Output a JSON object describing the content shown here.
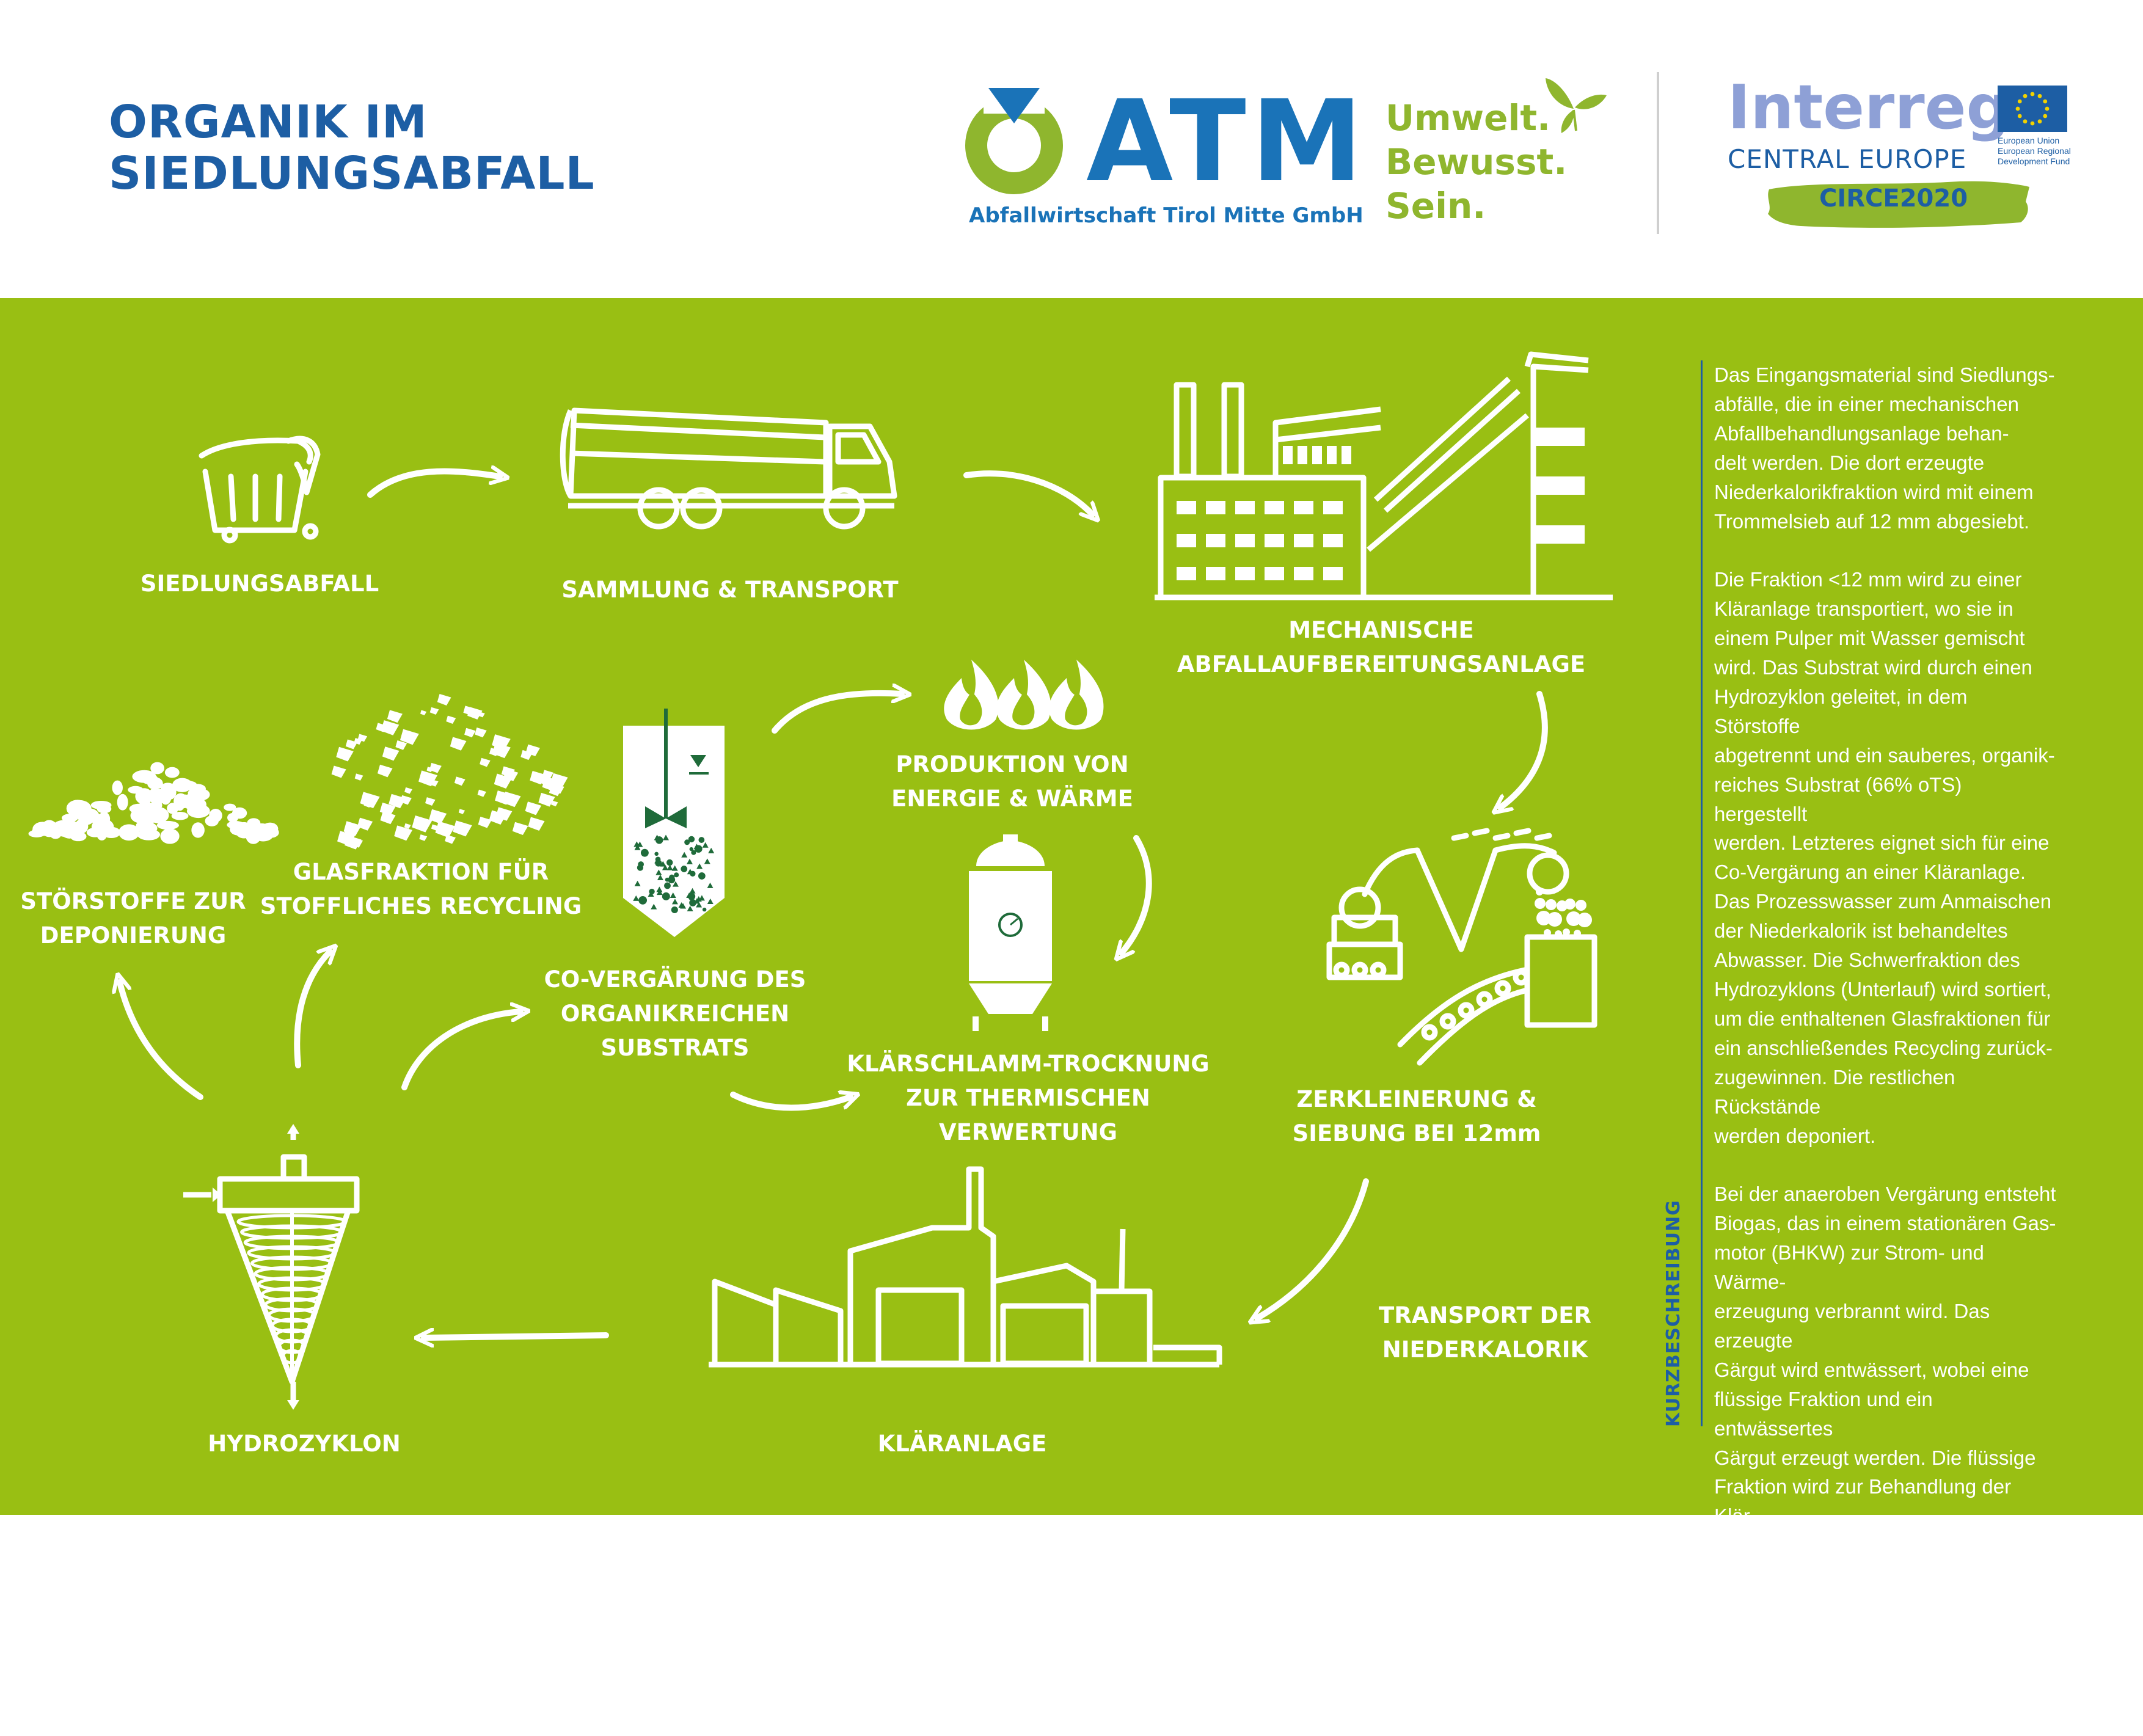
{
  "header": {
    "title_lines": [
      "ORGANIK IM",
      "SIEDLUNGSABFALL"
    ],
    "atm": {
      "wordmark": "ATM",
      "subtitle": "Abfallwirtschaft Tirol Mitte GmbH",
      "slogan_lines": [
        "Umwelt.",
        "Bewusst.",
        "Sein."
      ]
    },
    "interreg": {
      "wordmark": "Interreg",
      "region": "CENTRAL EUROPE",
      "eu_lines": [
        "European Union",
        "European Regional",
        "Development Fund"
      ],
      "project": "CIRCE2020"
    }
  },
  "diagram": {
    "stations": {
      "siedlungsabfall": {
        "lines": [
          "SIEDLUNGSABFALL"
        ]
      },
      "sammlung": {
        "lines": [
          "SAMMLUNG & TRANSPORT"
        ]
      },
      "mechanische": {
        "lines": [
          "MECHANISCHE",
          "ABFALLAUFBEREITUNGSANLAGE"
        ]
      },
      "zerkleinerung": {
        "lines": [
          "ZERKLEINERUNG &",
          "SIEBUNG BEI 12mm"
        ]
      },
      "transport_niederkalorik": {
        "lines": [
          "TRANSPORT DER",
          "NIEDERKALORIK"
        ]
      },
      "klaeranlage": {
        "lines": [
          "KLÄRANLAGE"
        ]
      },
      "hydrozyklon": {
        "lines": [
          "HYDROZYKLON"
        ]
      },
      "stoerstoffe": {
        "lines": [
          "STÖRSTOFFE ZUR",
          "DEPONIERUNG"
        ]
      },
      "glasfraktion": {
        "lines": [
          "GLASFRAKTION FÜR",
          "STOFFLICHES RECYCLING"
        ]
      },
      "covergaerung": {
        "lines": [
          "CO-VERGÄRUNG DES",
          "ORGANIKREICHEN",
          "SUBSTRATS"
        ]
      },
      "produktion": {
        "lines": [
          "PRODUKTION VON",
          "ENERGIE & WÄRME"
        ]
      },
      "klaerschlamm": {
        "lines": [
          "KLÄRSCHLAMM-TROCKNUNG",
          "ZUR THERMISCHEN",
          "VERWERTUNG"
        ]
      }
    },
    "icons": {
      "waste_bin": "waste-bin-icon",
      "truck": "garbage-truck-icon",
      "factory": "treatment-plant-icon",
      "shredder": "shredder-icon",
      "wastewater_plant": "wastewater-plant-icon",
      "hydrocyclone": "hydrocyclone-icon",
      "rubble": "rubble-pile-icon",
      "glass": "glass-shards-icon",
      "digester": "digester-icon",
      "flames": "flames-icon",
      "silo": "silo-icon"
    }
  },
  "sidebar": {
    "heading": "KURZBESCHREIBUNG",
    "paragraphs": [
      "Das Eingangsmaterial sind Siedlungs-\nabfälle, die in einer mechanischen\nAbfallbehandlungsanlage behan-\ndelt werden. Die dort erzeugte\nNiederkalorikfraktion wird mit einem\nTrommelsieb auf 12 mm abgesiebt.",
      "Die Fraktion <12 mm wird zu einer\nKläranlage transportiert, wo sie in\neinem Pulper mit Wasser gemischt\nwird. Das Substrat wird durch einen\nHydrozyklon geleitet, in dem Störstoffe\nabgetrennt und ein sauberes, organik-\nreiches Substrat (66% oTS) hergestellt\nwerden. Letzteres eignet sich für eine\nCo-Vergärung an einer Kläranlage.\nDas Prozesswasser zum Anmaischen\nder Niederkalorik ist behandeltes\nAbwasser. Die Schwerfraktion des\nHydrozyklons (Unterlauf) wird sortiert,\num die enthaltenen Glasfraktionen für\nein anschließendes Recycling zurück-\nzugewinnen. Die restlichen Rückstände\nwerden deponiert.",
      "Bei der anaeroben Vergärung entsteht\nBiogas, das in einem stationären Gas-\nmotor (BHKW) zur Strom- und Wärme-\nerzeugung verbrannt wird. Das erzeugte\nGärgut wird entwässert, wobei eine\nflüssige Fraktion und ein entwässertes\nGärgut erzeugt werden. Die flüssige\nFraktion wird zur Behandlung der Klär-\nanlage zurückgeführt, während das ent-\nwässerte (bzw. getrocknete) Gärgut zur\nKlärschlammverbrennung und somit\nzur Energieerzeugung genutzt wird."
    ]
  },
  "colors": {
    "green": "#99bf13",
    "blue": "#1d5ea4",
    "atm_blue": "#1a73b8",
    "atm_green": "#8fb62e",
    "dark_green": "#1f6b3a",
    "white": "#ffffff"
  }
}
